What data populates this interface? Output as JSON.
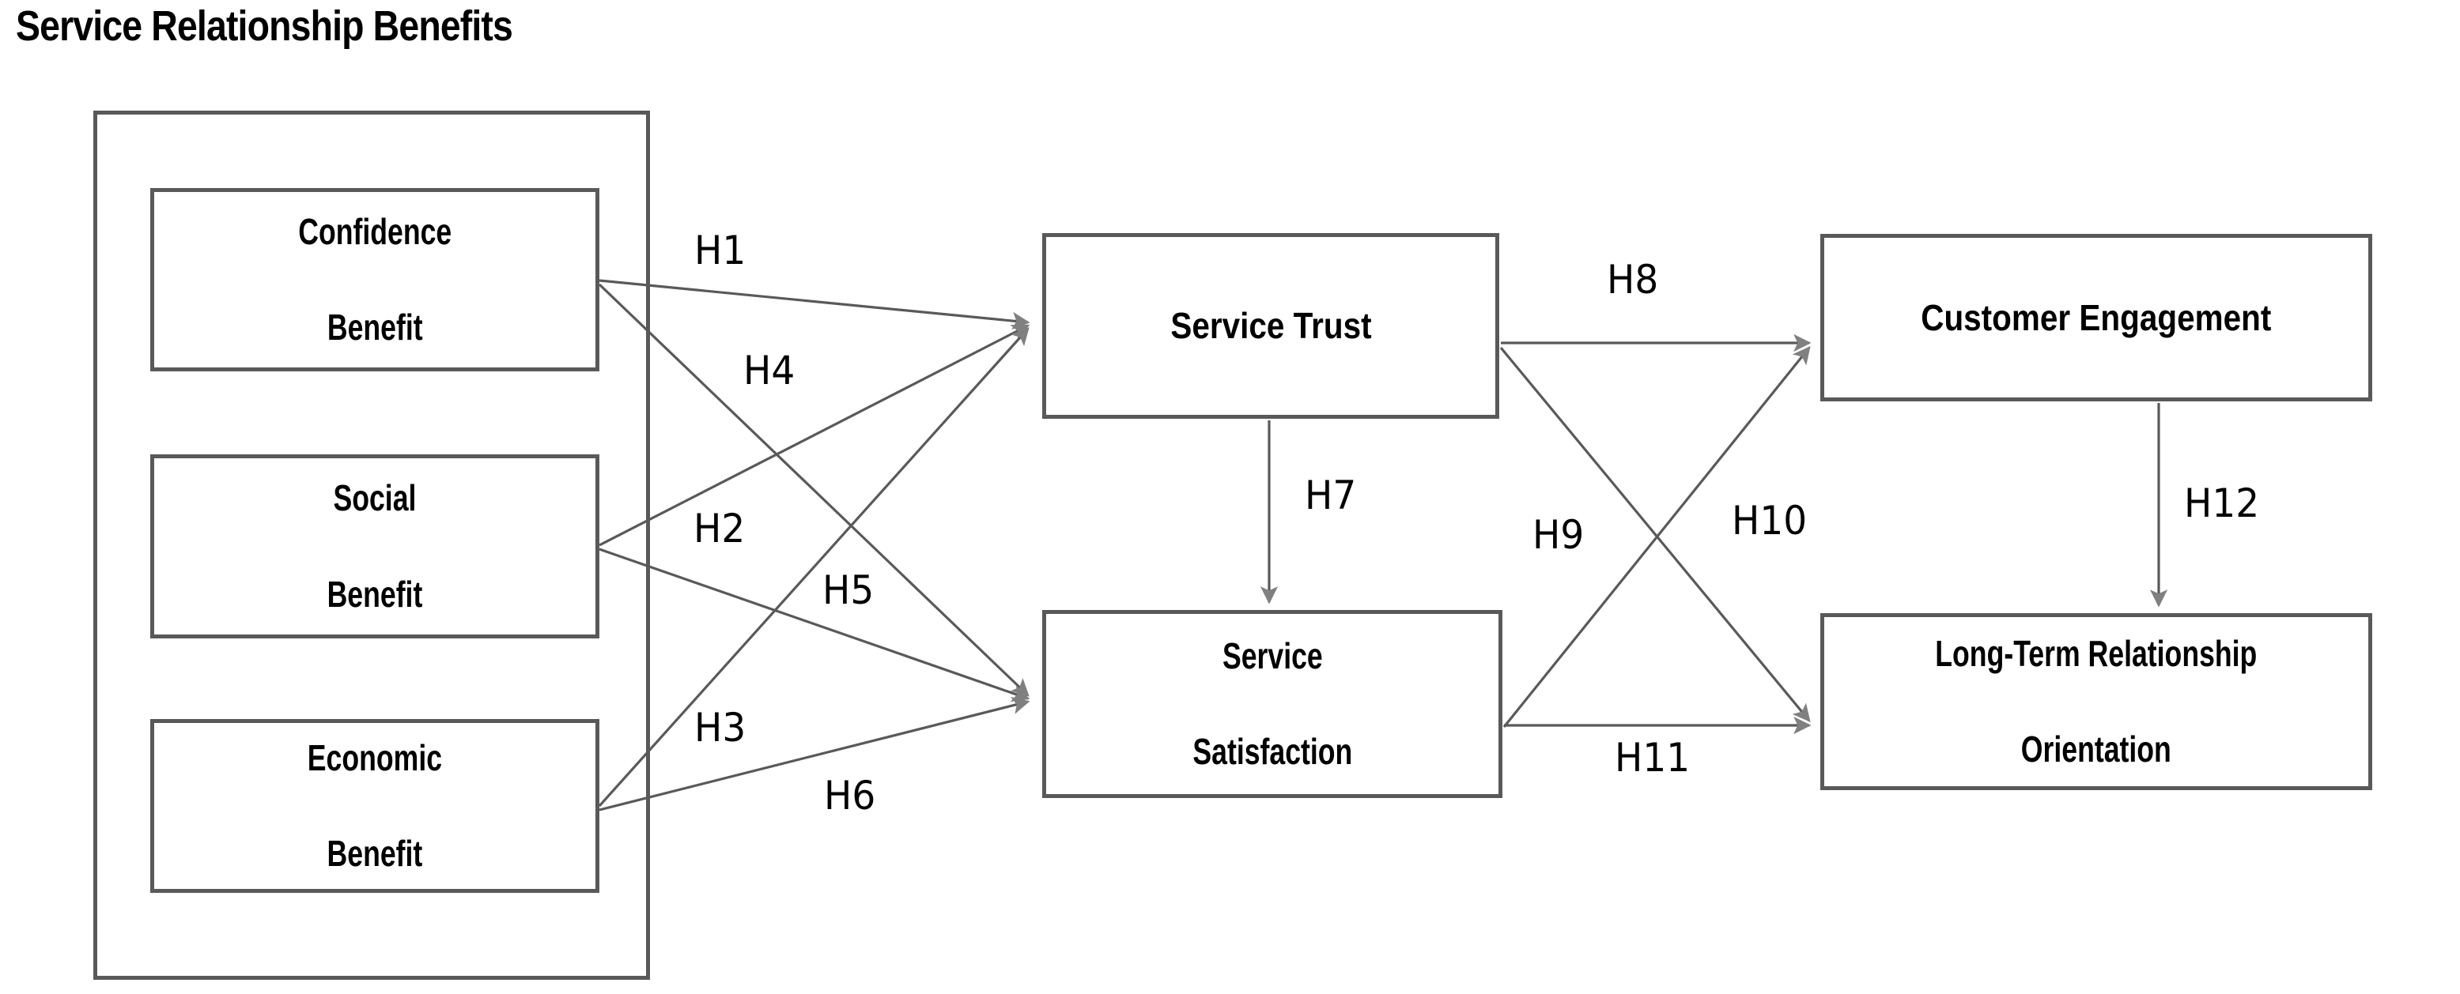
{
  "title": "Service Relationship Benefits",
  "group": {
    "name": "service-relationship-benefits-group"
  },
  "nodes": {
    "confidence_benefit": "Confidence\nBenefit",
    "confidence_benefit_l1": "Confidence",
    "confidence_benefit_l2": "Benefit",
    "social_benefit_l1": "Social",
    "social_benefit_l2": "Benefit",
    "economic_benefit_l1": "Economic",
    "economic_benefit_l2": "Benefit",
    "service_trust": "Service Trust",
    "service_satisfaction_l1": "Service",
    "service_satisfaction_l2": "Satisfaction",
    "customer_engagement": "Customer Engagement",
    "long_term_l1": "Long-Term Relationship",
    "long_term_l2": "Orientation"
  },
  "hypotheses": {
    "h1": "H1",
    "h2": "H2",
    "h3": "H3",
    "h4": "H4",
    "h5": "H5",
    "h6": "H6",
    "h7": "H7",
    "h8": "H8",
    "h9": "H9",
    "h10": "H10",
    "h11": "H11",
    "h12": "H12"
  },
  "colors": {
    "node_border": "#595959",
    "arrow_line": "#595959",
    "arrow_head": "#808080",
    "text": "#000000",
    "background": "#ffffff"
  },
  "chart_data": {
    "type": "diagram",
    "title": "Service Relationship Benefits",
    "nodes": [
      {
        "id": "confidence_benefit",
        "label": "Confidence Benefit",
        "group": "Service Relationship Benefits"
      },
      {
        "id": "social_benefit",
        "label": "Social Benefit",
        "group": "Service Relationship Benefits"
      },
      {
        "id": "economic_benefit",
        "label": "Economic Benefit",
        "group": "Service Relationship Benefits"
      },
      {
        "id": "service_trust",
        "label": "Service Trust",
        "group": null
      },
      {
        "id": "service_satisfaction",
        "label": "Service Satisfaction",
        "group": null
      },
      {
        "id": "customer_engagement",
        "label": "Customer Engagement",
        "group": null
      },
      {
        "id": "long_term_relationship_orientation",
        "label": "Long-Term Relationship Orientation",
        "group": null
      }
    ],
    "edges": [
      {
        "label": "H1",
        "from": "confidence_benefit",
        "to": "service_trust"
      },
      {
        "label": "H2",
        "from": "social_benefit",
        "to": "service_trust"
      },
      {
        "label": "H3",
        "from": "economic_benefit",
        "to": "service_trust"
      },
      {
        "label": "H4",
        "from": "confidence_benefit",
        "to": "service_satisfaction"
      },
      {
        "label": "H5",
        "from": "social_benefit",
        "to": "service_satisfaction"
      },
      {
        "label": "H6",
        "from": "economic_benefit",
        "to": "service_satisfaction"
      },
      {
        "label": "H7",
        "from": "service_trust",
        "to": "service_satisfaction"
      },
      {
        "label": "H8",
        "from": "service_trust",
        "to": "customer_engagement"
      },
      {
        "label": "H9",
        "from": "service_satisfaction",
        "to": "customer_engagement"
      },
      {
        "label": "H10",
        "from": "service_trust",
        "to": "long_term_relationship_orientation"
      },
      {
        "label": "H11",
        "from": "service_satisfaction",
        "to": "long_term_relationship_orientation"
      },
      {
        "label": "H12",
        "from": "customer_engagement",
        "to": "long_term_relationship_orientation"
      }
    ]
  }
}
